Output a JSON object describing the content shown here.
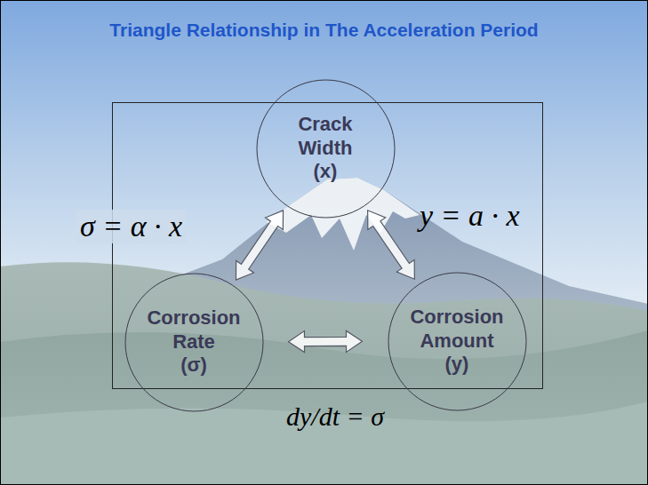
{
  "diagram": {
    "title": "Triangle Relationship in The Acceleration Period",
    "nodes": [
      {
        "text": [
          "Crack Width (x)"
        ]
      },
      {
        "text": [
          "Corrosion Rate (σ)"
        ]
      },
      {
        "text": [
          "Corrosion Amount (y)"
        ]
      }
    ],
    "edges": [
      {
        "from": 0,
        "to": 1,
        "arrow": "both",
        "label": "σ = α · x"
      },
      {
        "from": 0,
        "to": 2,
        "arrow": "both",
        "label": "y = a · x"
      },
      {
        "from": 1,
        "to": 2,
        "arrow": "both",
        "label": "dy/dt = σ"
      }
    ]
  }
}
